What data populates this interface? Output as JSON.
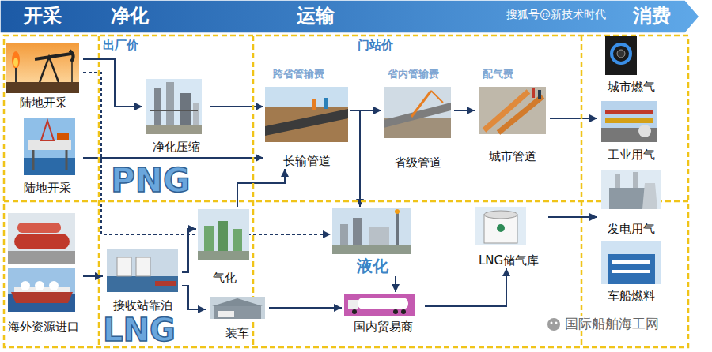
{
  "diagram": {
    "nodes": [
      {
        "text": [
          "开采",
          "净化",
          "运输",
          "消费"
        ]
      },
      {
        "text": [
          "陆地开采"
        ]
      },
      {
        "text": [
          "陆地开采"
        ]
      },
      {
        "text": [
          "净化压缩"
        ]
      },
      {
        "text": [
          "长输管道"
        ]
      },
      {
        "text": [
          "省级管道"
        ]
      },
      {
        "text": [
          "城市管道"
        ]
      },
      {
        "text": [
          "城市燃气"
        ]
      },
      {
        "text": [
          "工业用气"
        ]
      },
      {
        "text": [
          "发电用气"
        ]
      },
      {
        "text": [
          "车船燃料"
        ]
      },
      {
        "text": [
          "海外资源进口"
        ]
      },
      {
        "text": [
          "接收站靠泊"
        ]
      },
      {
        "text": [
          "气化"
        ]
      },
      {
        "text": [
          "装车"
        ]
      },
      {
        "text": [
          "液化"
        ]
      },
      {
        "text": [
          "国内贸易商"
        ]
      },
      {
        "text": [
          "LNG储气库"
        ]
      }
    ],
    "edges": [
      {
        "from": 1,
        "to": 3,
        "arrow": "to"
      },
      {
        "from": 2,
        "to": 4,
        "arrow": "to"
      },
      {
        "from": 3,
        "to": 4,
        "arrow": "to"
      },
      {
        "from": 13,
        "to": 4,
        "arrow": "to"
      },
      {
        "from": 4,
        "to": 5,
        "arrow": "to"
      },
      {
        "from": 5,
        "to": 6,
        "arrow": "to"
      },
      {
        "from": 6,
        "to": 8,
        "arrow": "to"
      },
      {
        "from": 4,
        "to": 15,
        "arrow": "to"
      },
      {
        "from": 1,
        "to": 15,
        "arrow": "to"
      },
      {
        "from": 11,
        "to": 12,
        "arrow": "to"
      },
      {
        "from": 12,
        "to": 13,
        "arrow": "to"
      },
      {
        "from": 12,
        "to": 14,
        "arrow": "to"
      },
      {
        "from": 14,
        "to": 16,
        "arrow": "to"
      },
      {
        "from": 15,
        "to": 16,
        "arrow": "to"
      },
      {
        "from": 16,
        "to": 17,
        "arrow": "to"
      },
      {
        "from": 17,
        "to": 9,
        "arrow": "to"
      }
    ],
    "labels": [
      "出厂价",
      "门站价",
      "跨省管输费",
      "省内管输费",
      "配气费",
      "PNG",
      "LNG",
      "搜狐号@新技术时代",
      "国际船舶海工网"
    ]
  }
}
